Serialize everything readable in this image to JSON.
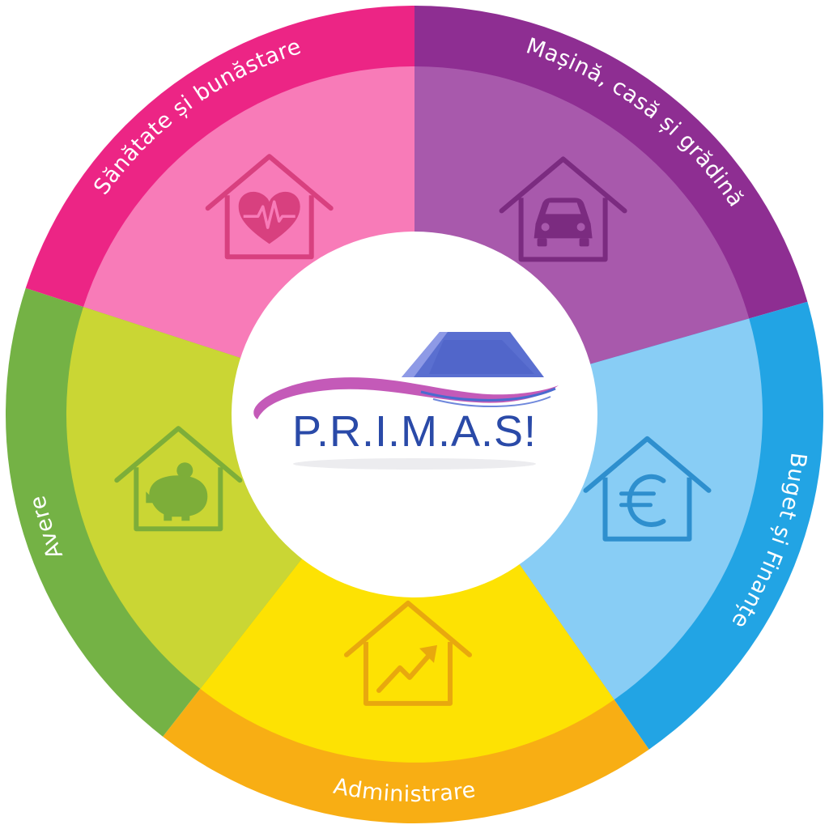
{
  "logo": {
    "text": "P.R.I.M.A.S!",
    "text_color": "#2a4aa8",
    "roof_color": "#5a6fd0",
    "swoosh_color": "#c45ab8"
  },
  "segments": [
    {
      "id": "health",
      "label": "Sănătate și bunăstare",
      "icon": "house-heart-icon",
      "outer": "#ec2585",
      "inner": "#f87bb8",
      "iconColor": "#d8407f"
    },
    {
      "id": "car",
      "label": "Mașină, casă și grădină",
      "icon": "house-car-icon",
      "outer": "#8e2e92",
      "inner": "#a859ac",
      "iconColor": "#7b2b80"
    },
    {
      "id": "budget",
      "label": "Buget și Finanțe",
      "icon": "house-euro-icon",
      "outer": "#22a4e4",
      "inner": "#88cdf5",
      "iconColor": "#2e8fce"
    },
    {
      "id": "admin",
      "label": "Administrare",
      "icon": "house-chart-icon",
      "outer": "#f8ae14",
      "inner": "#fde203",
      "iconColor": "#e8a80e"
    },
    {
      "id": "wealth",
      "label": "Avere",
      "icon": "house-piggybank-icon",
      "outer": "#74b245",
      "inner": "#cad634",
      "iconColor": "#7dae39"
    }
  ]
}
